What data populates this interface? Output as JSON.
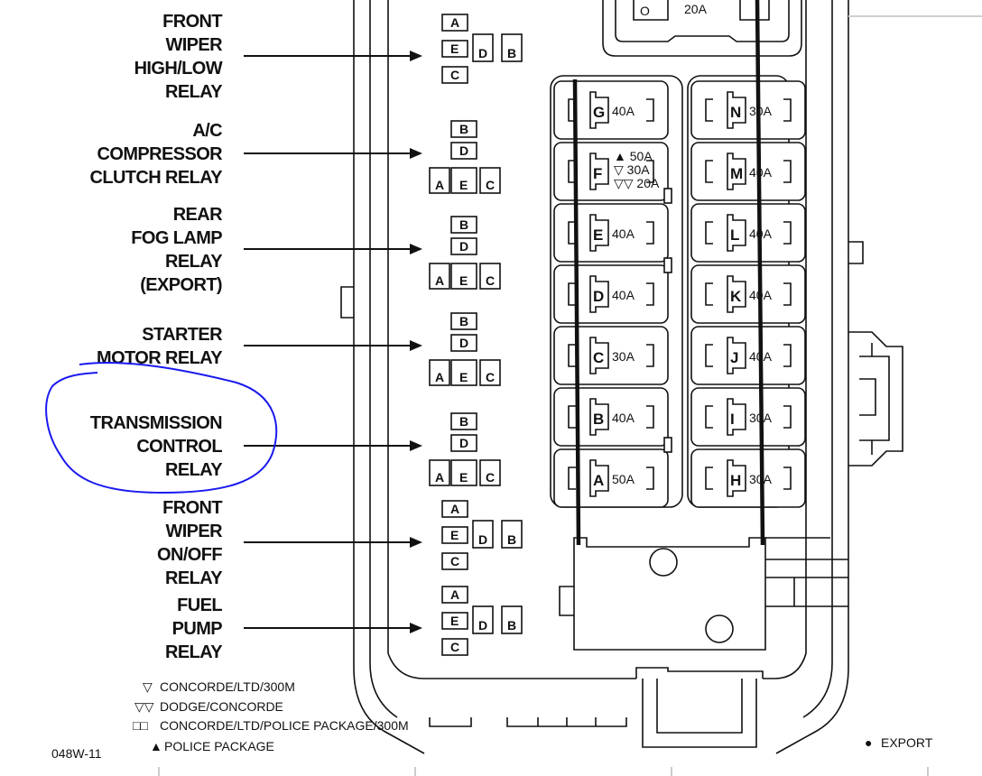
{
  "relays": [
    {
      "lines": [
        "FRONT",
        "WIPER",
        "HIGH/LOW",
        "RELAY"
      ],
      "layout": "wiper"
    },
    {
      "lines": [
        "A/C",
        "COMPRESSOR",
        "CLUTCH RELAY"
      ],
      "layout": "standard"
    },
    {
      "lines": [
        "REAR",
        "FOG LAMP",
        "RELAY",
        "(EXPORT)"
      ],
      "layout": "standard"
    },
    {
      "lines": [
        "STARTER",
        "MOTOR RELAY"
      ],
      "layout": "standard"
    },
    {
      "lines": [
        "TRANSMISSION",
        "CONTROL",
        "RELAY"
      ],
      "layout": "standard"
    },
    {
      "lines": [
        "FRONT",
        "WIPER",
        "ON/OFF",
        "RELAY"
      ],
      "layout": "wiper"
    },
    {
      "lines": [
        "FUEL",
        "PUMP",
        "RELAY"
      ],
      "layout": "wiper"
    }
  ],
  "terminals": {
    "a": "A",
    "b": "B",
    "c": "C",
    "d": "D",
    "e": "E"
  },
  "fuses_left": [
    {
      "letter": "G",
      "rating": "40A"
    },
    {
      "letter": "F",
      "ratings": [
        "▲ 50A",
        "▽ 30A",
        "▽▽ 20A"
      ]
    },
    {
      "letter": "E",
      "rating": "40A"
    },
    {
      "letter": "D",
      "rating": "40A"
    },
    {
      "letter": "C",
      "rating": "30A"
    },
    {
      "letter": "B",
      "rating": "40A"
    },
    {
      "letter": "A",
      "rating": "50A"
    }
  ],
  "fuses_right": [
    {
      "letter": "N",
      "rating": "30A"
    },
    {
      "letter": "M",
      "rating": "40A"
    },
    {
      "letter": "L",
      "rating": "40A"
    },
    {
      "letter": "K",
      "rating": "40A"
    },
    {
      "letter": "J",
      "rating": "40A"
    },
    {
      "letter": "I",
      "rating": "30A"
    },
    {
      "letter": "H",
      "rating": "30A"
    }
  ],
  "top_fuse": {
    "left": "O",
    "rating": "20A"
  },
  "legend": [
    {
      "symbol": "▽",
      "text": "CONCORDE/LTD/300M"
    },
    {
      "symbol": "▽▽",
      "text": "DODGE/CONCORDE"
    },
    {
      "symbol": "□□",
      "text": "CONCORDE/LTD/POLICE PACKAGE/300M"
    },
    {
      "symbol": "▲",
      "text": "POLICE PACKAGE"
    }
  ],
  "figure_id": "048W-11",
  "export_note": {
    "symbol": "●",
    "text": "EXPORT"
  },
  "highlight_color": "#1a1aee",
  "line_color": "#111111"
}
